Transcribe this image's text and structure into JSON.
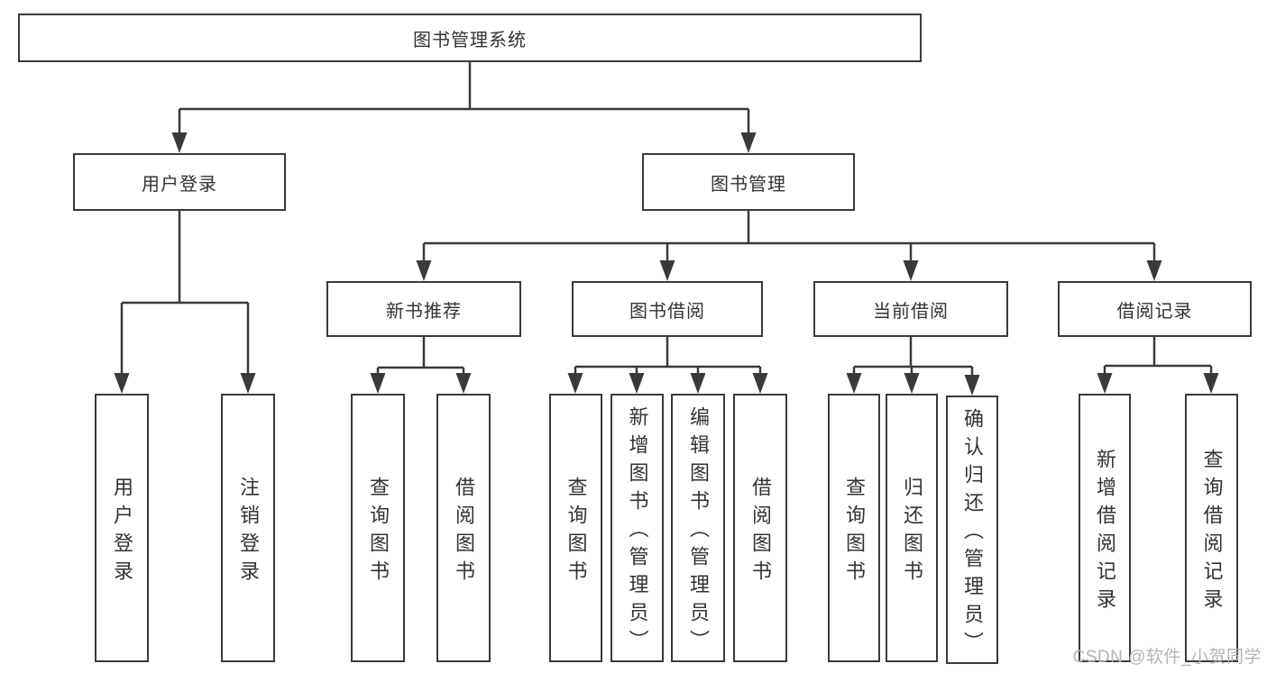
{
  "diagram": {
    "tree": {
      "label": "图书管理系统",
      "children": [
        {
          "label": "用户登录",
          "children": [
            {
              "label": "用户登录"
            },
            {
              "label": "注销登录"
            }
          ]
        },
        {
          "label": "图书管理",
          "children": [
            {
              "label": "新书推荐",
              "children": [
                {
                  "label": "查询图书"
                },
                {
                  "label": "借阅图书"
                }
              ]
            },
            {
              "label": "图书借阅",
              "children": [
                {
                  "label": "查询图书"
                },
                {
                  "label": "新增图书（管理员）"
                },
                {
                  "label": "编辑图书（管理员）"
                },
                {
                  "label": "借阅图书"
                }
              ]
            },
            {
              "label": "当前借阅",
              "children": [
                {
                  "label": "查询图书"
                },
                {
                  "label": "归还图书"
                },
                {
                  "label": "确认归还（管理员）"
                }
              ]
            },
            {
              "label": "借阅记录",
              "children": [
                {
                  "label": "新增借阅记录"
                },
                {
                  "label": "查询借阅记录"
                }
              ]
            }
          ]
        }
      ]
    }
  },
  "watermark": "CSDN @软件_小贺同学",
  "colors": {
    "line": "#3a3a3a",
    "text": "#333333",
    "watermark": "#b3b3b3",
    "background": "#ffffff"
  }
}
